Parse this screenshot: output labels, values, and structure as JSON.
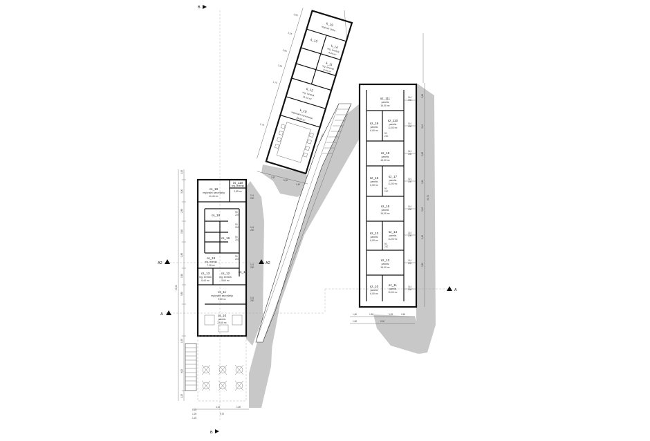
{
  "section_marks": {
    "b_top": "B",
    "b_bottom": "B",
    "a2_left": "A2",
    "a2_right": "A2",
    "a_left": "A",
    "a_right": "A"
  },
  "rooms_top": [
    {
      "code": "k_15",
      "name": "reginski zbrka",
      "area": ""
    },
    {
      "code": "k_14",
      "name": "reg. teretnik",
      "area": "9,44 m²"
    },
    {
      "code": "k_13",
      "name": "",
      "area": ""
    },
    {
      "code": "k_11",
      "name": "reg. teretnik",
      "area": "8,44 m²"
    },
    {
      "code": "k_12",
      "name": "reg. teretnik",
      "area": "11,24 m²"
    },
    {
      "code": "k_10",
      "name": "regionalni kancelarija",
      "area": "29,08 m²"
    }
  ],
  "rooms_left": [
    {
      "code": "cs_19",
      "name": "regionalni kancelarija",
      "area": "11,44 m²"
    },
    {
      "code": "cs_110",
      "name": "reg. teretnik",
      "area": "2,55 m²"
    },
    {
      "code": "cs_18",
      "name": "",
      "area": ""
    },
    {
      "code": "cs_16",
      "name": "",
      "area": ""
    },
    {
      "code": "cs_15",
      "name": "reg. teretnik",
      "area": "7,26 m²"
    },
    {
      "code": "cs_13",
      "name": "reg. teretnik",
      "area": "6,44 m²"
    },
    {
      "code": "cs_12",
      "name": "reg. teretnik",
      "area": "5,64 m²"
    },
    {
      "code": "cs_14",
      "name": "",
      "area": ""
    },
    {
      "code": "cs_11",
      "name": "regionalni kancelarija",
      "area": "9,60 m²"
    },
    {
      "code": "cs_10",
      "name": "panelis",
      "area": "22,60 m²"
    }
  ],
  "rooms_right": [
    {
      "code": "sz_111",
      "name": "panelis",
      "area": "16,00 m²"
    },
    {
      "code": "sz_19",
      "name": "panelis",
      "area": "6,00 m²"
    },
    {
      "code": "sz_110",
      "name": "panelis",
      "area": "11,00 m²"
    },
    {
      "code": "sz_18",
      "name": "panelis",
      "area": "15,00 m²"
    },
    {
      "code": "sz_16",
      "name": "panelis",
      "area": "6,00 m²"
    },
    {
      "code": "sz_17",
      "name": "panelis",
      "area": "11,00 m²"
    },
    {
      "code": "sz_15",
      "name": "panelis",
      "area": "16,00 m²"
    },
    {
      "code": "sz_13",
      "name": "panelis",
      "area": "6,00 m²"
    },
    {
      "code": "sz_14",
      "name": "panelis",
      "area": "11,00 m²"
    },
    {
      "code": "sz_12",
      "name": "panelis",
      "area": "16,00 m²"
    },
    {
      "code": "sz_10",
      "name": "panelis",
      "area": "6,00 m²"
    },
    {
      "code": "sz_11",
      "name": "panelis",
      "area": "11,00 m²"
    }
  ],
  "door_tags": [
    "90",
    "210",
    "114",
    "200"
  ],
  "dims_left_vertical": [
    "1,95",
    "3,00",
    "2,85",
    "2,60",
    "2,85",
    "2,60",
    "3,85",
    "1,55",
    "8,00",
    "1,25"
  ],
  "dims_left_total": "29,90",
  "dims_left_bottom": [
    "4,10",
    "1,80",
    "9,70",
    "1,25",
    "1,25",
    "1,25"
  ],
  "dims_right_bottom": [
    "1,80",
    "1,80",
    "3,05",
    "0,50",
    "1,80",
    "5,90"
  ],
  "dims_right_vertical": [
    "2,66",
    "3,40",
    "2,85",
    "3,40",
    "2,85",
    "3,40",
    "2,85"
  ],
  "dims_right_total": "34,70",
  "dims_top_left": [
    "2,90",
    "3,25",
    "2,85",
    "2,85",
    "1,75",
    "5,70"
  ],
  "dims_top_bottom": [
    "2,67",
    "5,90",
    "1,40"
  ]
}
